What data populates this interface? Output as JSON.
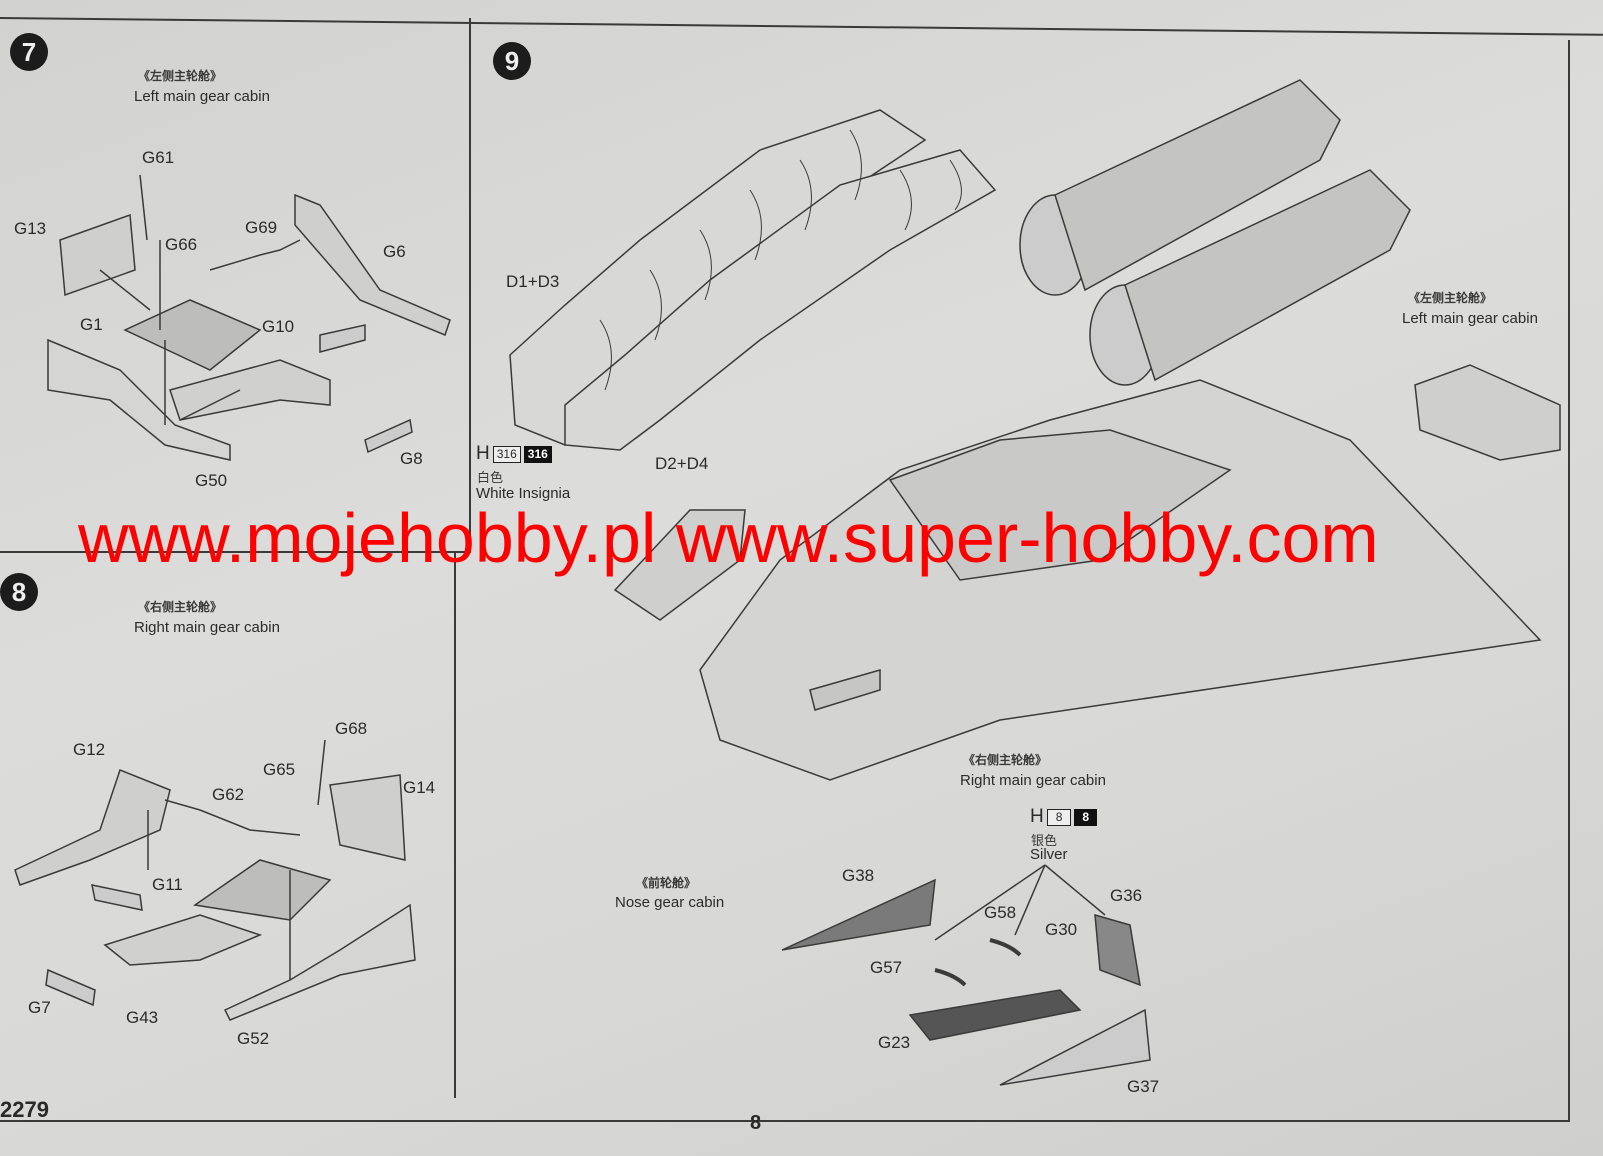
{
  "page_number": "8",
  "kit_number": "2279",
  "watermark": "www.mojehobby.pl www.super-hobby.com",
  "step7": {
    "number": "7",
    "caption_cn": "《左侧主轮舱》",
    "caption_en": "Left main gear cabin",
    "parts": [
      "G61",
      "G13",
      "G66",
      "G69",
      "G6",
      "G1",
      "G10",
      "G50",
      "G8"
    ]
  },
  "step8": {
    "number": "8",
    "caption_cn": "《右侧主轮舱》",
    "caption_en": "Right main gear cabin",
    "parts": [
      "G68",
      "G12",
      "G65",
      "G14",
      "G62",
      "G11",
      "G7",
      "G43",
      "G52"
    ]
  },
  "step9": {
    "number": "9",
    "parts": [
      "D1+D3",
      "D2+D4",
      "G38",
      "G58",
      "G36",
      "G30",
      "G57",
      "G23",
      "G37"
    ],
    "paint_white": {
      "code": "H",
      "box1": "316",
      "box2": "316",
      "color_cn": "白色",
      "color_en": "White Insignia"
    },
    "paint_silver": {
      "code": "H",
      "box1": "8",
      "box2": "8",
      "color_cn": "银色",
      "color_en": "Silver"
    },
    "left_cabin_cn": "《左侧主轮舱》",
    "left_cabin_en": "Left main gear cabin",
    "right_cabin_cn": "《右侧主轮舱》",
    "right_cabin_en": "Right main gear cabin",
    "nose_cabin_cn": "《前轮舱》",
    "nose_cabin_en": "Nose  gear cabin"
  }
}
